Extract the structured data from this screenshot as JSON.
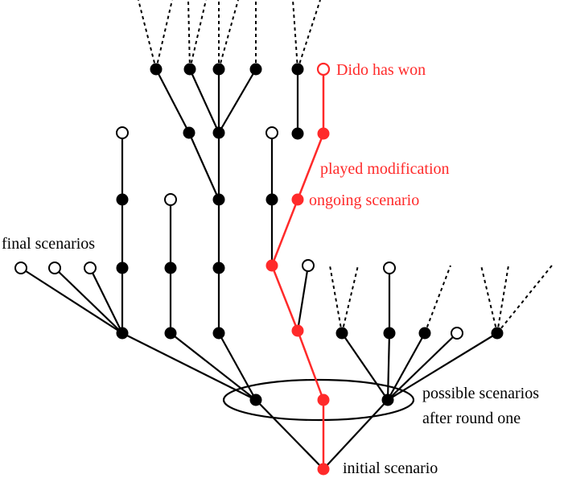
{
  "labels": {
    "dido_won": "Dido has won",
    "played_modification": "played modification",
    "ongoing_scenario": "ongoing scenario",
    "final_scenarios": "final scenarios",
    "possible_line1": "possible scenarios",
    "possible_line2": "after round one",
    "initial_scenario": "initial scenario"
  },
  "colors": {
    "highlight": "#ff2a2a",
    "ink": "#000000",
    "open_fill": "#ffffff"
  }
}
